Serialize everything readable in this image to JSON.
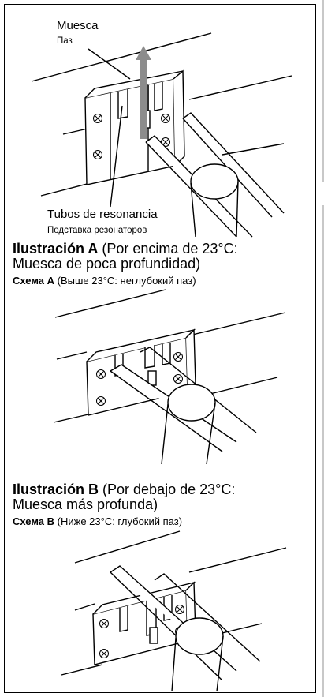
{
  "labels": {
    "notch_es": "Muesca",
    "notch_ru": "Паз",
    "tubes_es": "Tubos de resonancia",
    "tubes_ru": "Подставка резонаторов"
  },
  "figure_a": {
    "title_es": "Ilustración A",
    "desc_es_1": " (Por encima de 23°C:",
    "desc_es_2": "Muesca de poca profundidad)",
    "title_ru": "Схема A",
    "desc_ru": " (Выше 23°C: неглубокий паз)"
  },
  "figure_b": {
    "title_es": "Ilustración B",
    "desc_es_1": " (Por debajo de 23°C:",
    "desc_es_2": "Muesca más profunda)",
    "title_ru": "Схема B",
    "desc_ru": " (Ниже 23°C: глубокий паз)"
  },
  "colors": {
    "line": "#000000",
    "arrow": "#8c8c8c",
    "edge": "#c8c8c8"
  }
}
